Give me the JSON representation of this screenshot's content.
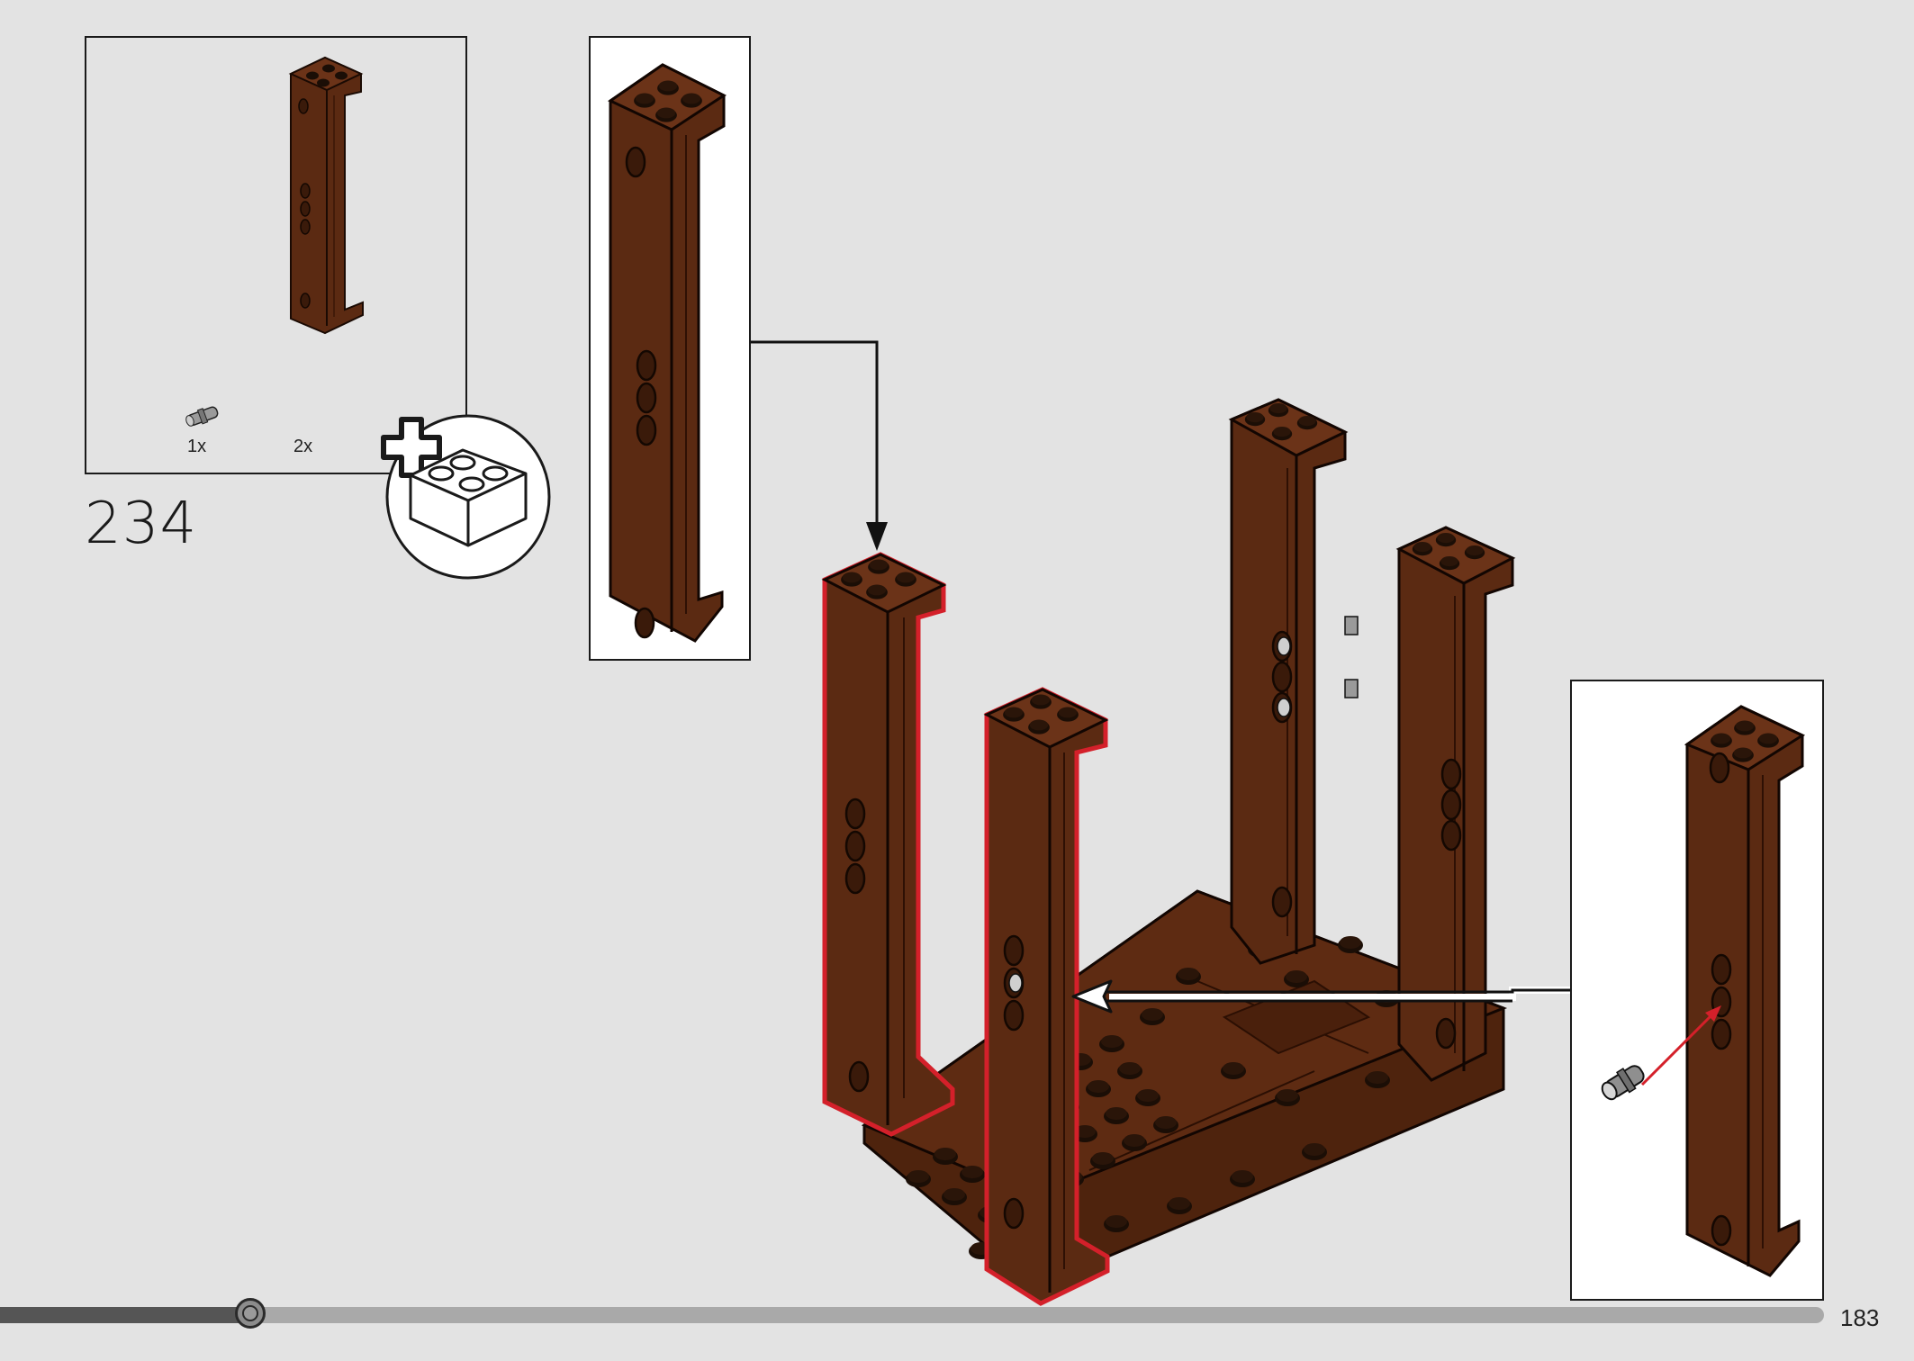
{
  "step": {
    "number": "234"
  },
  "parts_callout": {
    "items": [
      {
        "qty": "1x",
        "icon": "connector-pin-icon"
      },
      {
        "qty": "2x",
        "icon": "brown-column-brick-icon"
      }
    ],
    "add_badge_icon": "plus-brick-icon"
  },
  "page": {
    "number": "183"
  },
  "progress": {
    "fraction": 0.137
  },
  "colors": {
    "background": "#e3e3e3",
    "brick_brown": "#5b2a12",
    "highlight_red": "#d4202a",
    "progress_track": "#a9a9a9",
    "progress_fill": "#555555"
  }
}
